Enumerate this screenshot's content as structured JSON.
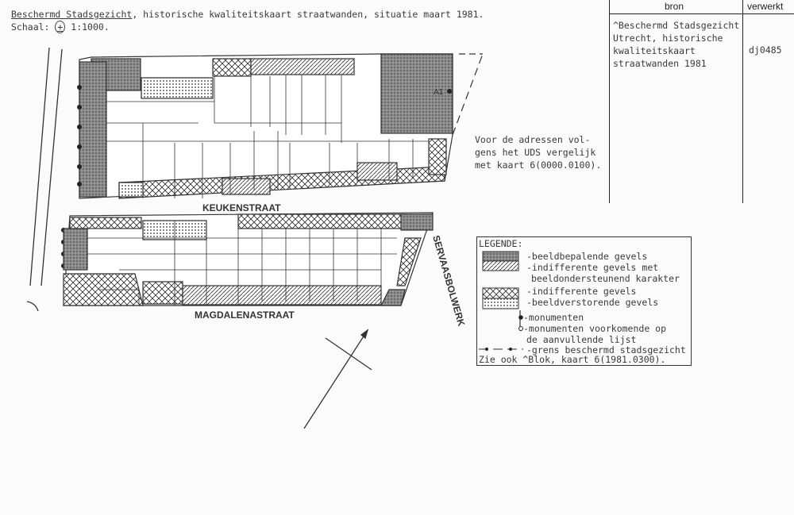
{
  "header": {
    "title_underlined": "Beschermd Stadsgezicht",
    "title_rest": ", historische kwaliteitskaart straatwanden, situatie maart 1981.",
    "scale_label": "Schaal:",
    "scale_symbol": "+",
    "scale_value": "1:1000."
  },
  "table": {
    "col_bron": "bron",
    "col_verwerkt": "verwerkt",
    "bron_lines": [
      "^Beschermd Stadsgezicht",
      "Utrecht, historische",
      "kwaliteitskaart",
      "straatwanden 1981"
    ],
    "verwerkt_value": "dj0485"
  },
  "note": {
    "lines": [
      "Voor de adressen vol-",
      "gens het UDS vergelijk",
      "met kaart 6(0000.0100)."
    ]
  },
  "map": {
    "streets": {
      "keukenstraat": "KEUKENSTRAAT",
      "magdalenastraat": "MAGDALENASTRAAT",
      "servaasbolwerk": "SERVAASBOLWERK"
    },
    "marker_label": "A1"
  },
  "legend": {
    "title": "LEGENDE:",
    "items": [
      "-beeldbepalende gevels",
      "-indifferente gevels met",
      "beeldondersteunend karakter",
      "-indifferente gevels",
      "-beeldverstorende gevels",
      "-monumenten",
      "-monumenten voorkomende op",
      "de aanvullende lijst",
      "-grens beschermd stadsgezicht"
    ],
    "footer": "Zie ook ^Blok, kaart 6(1981.0300)."
  },
  "colors": {
    "ink": "#333333",
    "paper": "#fbfbfb",
    "dark_fill": "#777777"
  }
}
